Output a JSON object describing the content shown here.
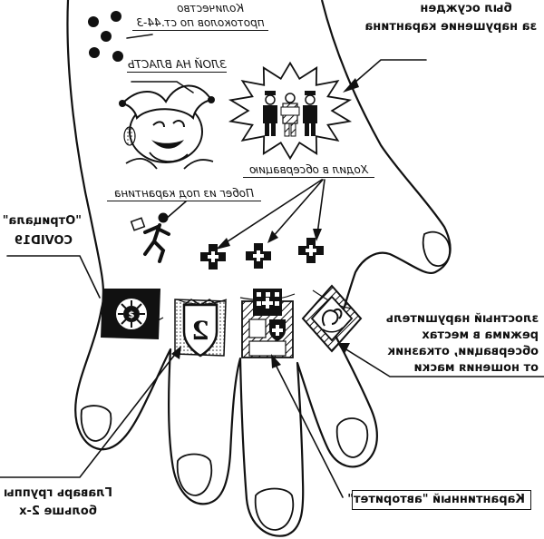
{
  "labels": {
    "quarantine_conviction": [
      "был осужден",
      "за нарушение карантина"
    ],
    "protocol_count": [
      "Количество",
      "протоколов по ст.44-3"
    ],
    "evil_to_power": "ЗЛОЙ НА ВЛАСТЬ",
    "walked_on_observation": "Ходил в обсервацию",
    "escape_from_quarantine": "Побег из под карантина",
    "covid_denier": [
      "\"Отрицала\"",
      "COVID19"
    ],
    "regime_violator": [
      "злостный нарушитель",
      "режима в местах",
      "обсервации, отказник",
      "от ношения маски"
    ],
    "quarantine_authority": "Карантинный \"авторитет\"",
    "group_leader": [
      "Главарь группы",
      "больше 2-х"
    ]
  },
  "icons": {
    "dots": "five-dot-icon",
    "jester": "jester-icon",
    "police_star": "police-star-icon",
    "runner": "running-man-icon",
    "crosses": "medical-cross-icon",
    "virus_ring": "virus-ring-icon",
    "shield_ring": "shield-ring-icon",
    "hospital_ring": "hospital-ring-icon",
    "diamond_ring": "diamond-ring-icon"
  },
  "ring_digit": "2",
  "colors": {
    "ink": "#111111",
    "paper": "#ffffff"
  }
}
